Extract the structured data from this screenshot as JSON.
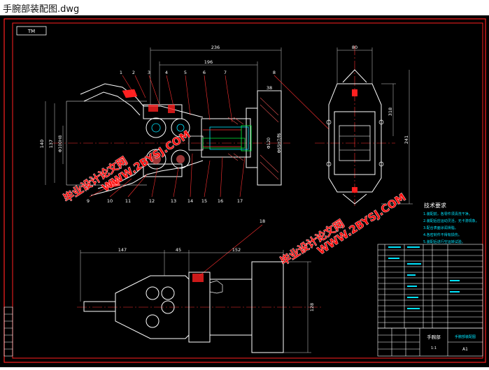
{
  "window": {
    "title": "手腕部装配图.dwg"
  },
  "drawing": {
    "title_tag": "TM",
    "dims_top": [
      "236",
      "196",
      "38"
    ],
    "dims_left": [
      "140",
      "137",
      "Φ100H8"
    ],
    "dims_center": [
      "Φ120",
      "Φ65H7/f6"
    ],
    "dims_side": [
      "80",
      "318",
      "241"
    ],
    "dims_bottom": [
      "147",
      "45",
      "152",
      "128"
    ],
    "part_numbers": [
      "1",
      "2",
      "3",
      "4",
      "5",
      "6",
      "7",
      "8",
      "9",
      "10",
      "11",
      "12",
      "13",
      "14",
      "15",
      "16",
      "17",
      "18"
    ],
    "watermarks": [
      "毕业设计论文网",
      "WWW.2BYSJ.COM"
    ],
    "notes_title": "技术要求",
    "notes": [
      "1.装配前，各零件须清洗干净。",
      "2.装配后应运动灵活，无卡滞现象。",
      "3.配合表面涂润滑脂。",
      "4.各密封件不得有损伤。",
      "5.装配后进行空运转试验。"
    ],
    "title_block": {
      "name": "手腕部",
      "scale": "1:1",
      "sheet": "A1",
      "drawing_name": "手腕部装配图"
    }
  },
  "colors": {
    "background": "#000000",
    "border": "#ff2020",
    "outline": "#ffffff",
    "dimension": "#d0d0d0",
    "leader": "#ff3030",
    "centerline": "#ff3030",
    "accent_cyan": "#00e5ff",
    "accent_green": "#00ff40",
    "hatch": "#e05050",
    "watermark_fill": "#ff1010",
    "watermark_stroke": "#ffffff"
  }
}
